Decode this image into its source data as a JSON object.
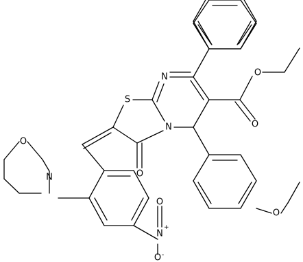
{
  "molecule": {
    "atoms": {
      "N_pyr": "N",
      "S_thz": "S",
      "N_ring": "N",
      "O_keto": "O",
      "O_ester_carbonyl": "O",
      "O_ester_ether": "O",
      "O_ethoxy": "O",
      "N_morph": "N",
      "O_morph": "O",
      "N_nitro": "N",
      "N_nitro_charge": "+",
      "O_nitro_up": "O",
      "O_nitro_down": "O",
      "O_nitro_down_charge": "-"
    }
  },
  "colors": {
    "bond": "#000000",
    "background": "#ffffff"
  }
}
